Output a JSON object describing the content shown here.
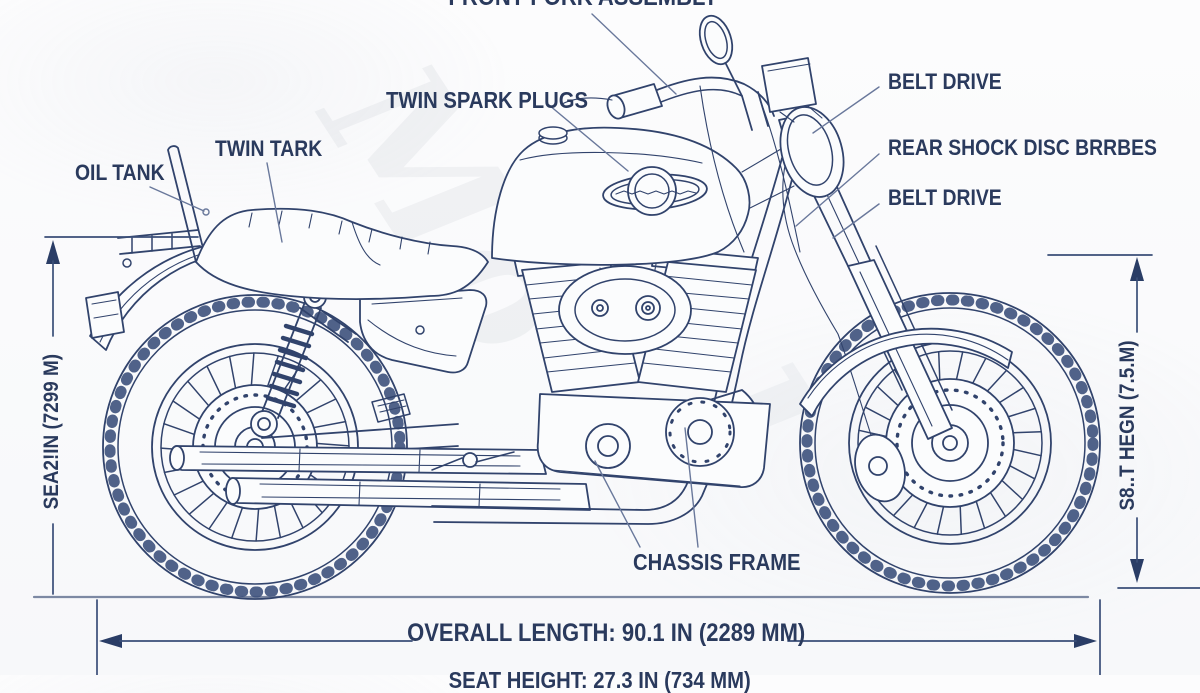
{
  "labels": {
    "front_fork": "FRONT FORK ASSEMBLY",
    "twin_spark_plugs": "TWIN SPARK PLUGS",
    "twin_tark": "TWIN TARK",
    "oil_tank": "OIL TANK",
    "belt_drive_top": "BELT DRIVE",
    "rear_shock_disc": "REAR SHOCK DISC BRRBES",
    "belt_drive_bottom": "BELT DRIVE",
    "chassis_frame": "CHASSIS FRAME"
  },
  "dimensions": {
    "left_vertical": "SEA2!IN (7299 M)",
    "right_vertical": "S8..T HEGN (7.5.M)",
    "overall_length": "OVERALL LENGTH: 90.1 IN (2289 MM)",
    "bottom_partial": "SEAT HEIGHT: 27.3 IN (734 MM)"
  },
  "watermark": {
    "text": "Mo",
    "text2": "l"
  },
  "colors": {
    "line": "#31436c",
    "label_text": "#2a3a5d",
    "leader_line": "#69789b",
    "dimension_line": "#3a4e78",
    "background": "#f9fafb"
  }
}
